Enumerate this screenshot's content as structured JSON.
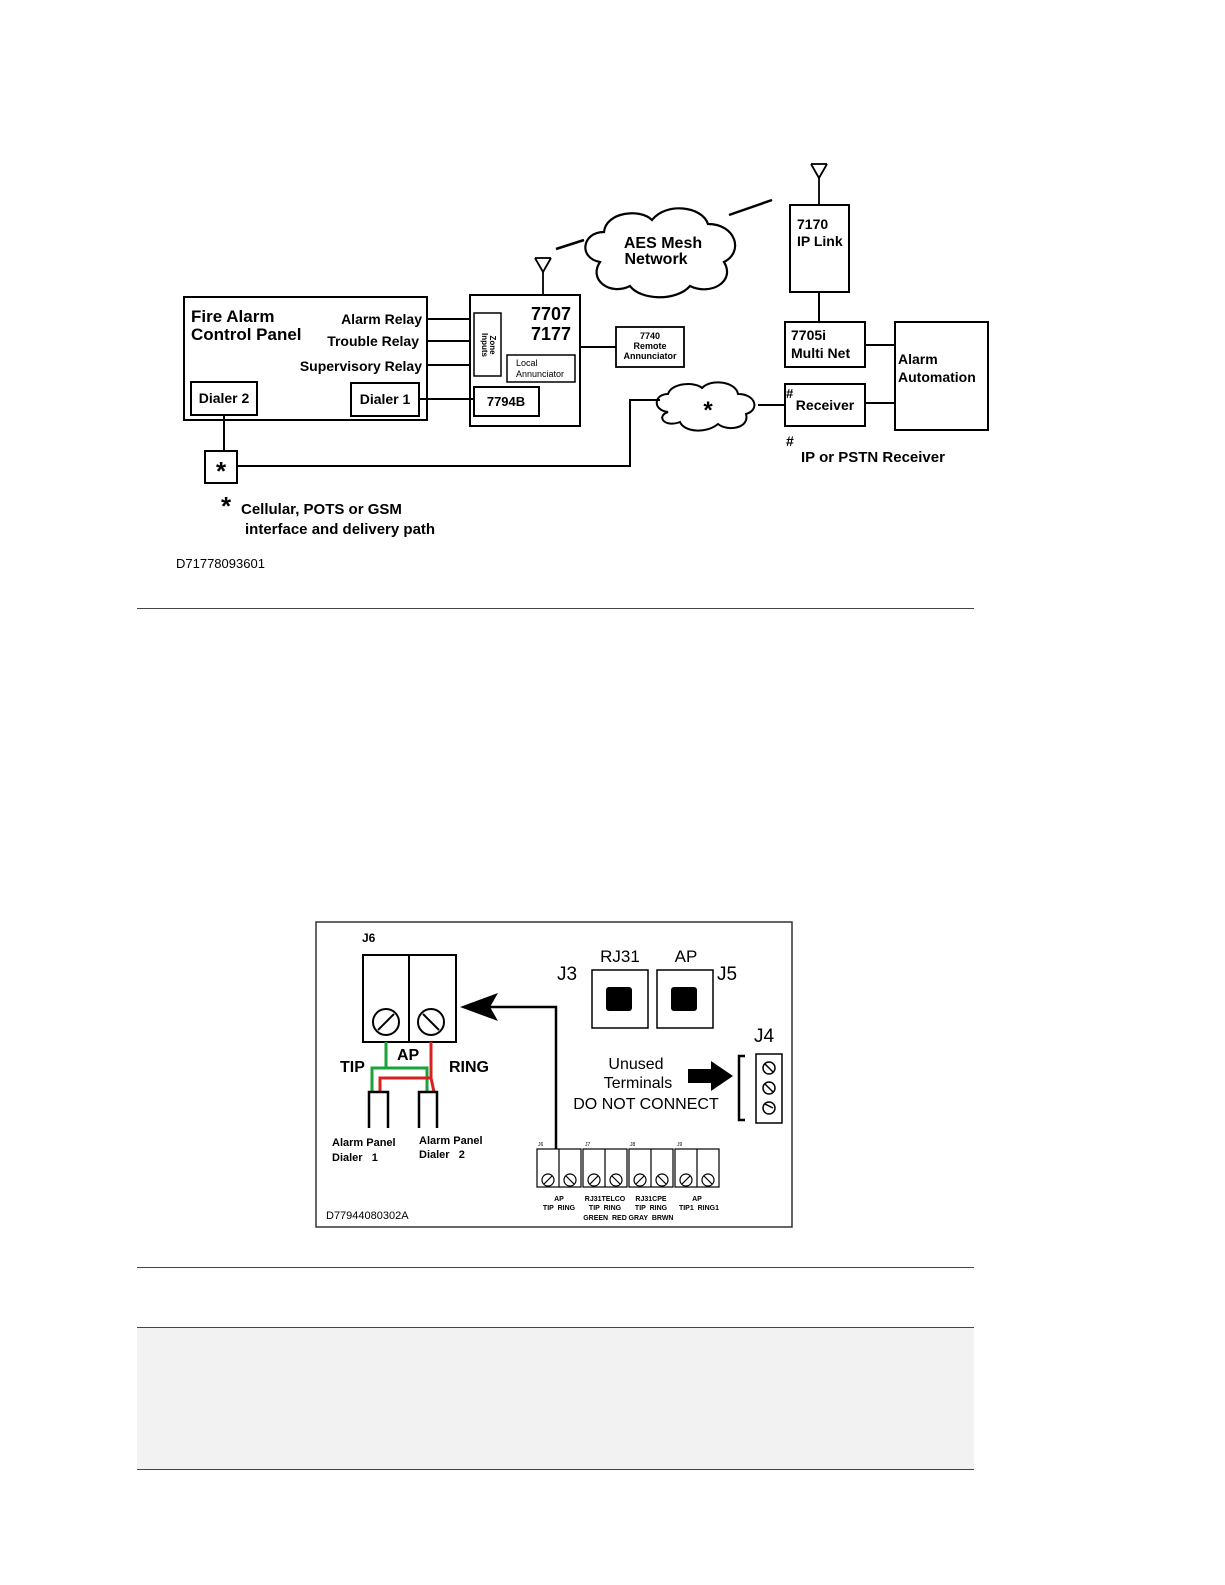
{
  "fig1": {
    "panel_title_1": "Fire Alarm",
    "panel_title_2": "Control Panel",
    "alarm_relay": "Alarm Relay",
    "trouble_relay": "Trouble Relay",
    "supervisory_relay": "Supervisory Relay",
    "dialer_2": "Dialer 2",
    "dialer_1": "Dialer 1",
    "model_7707": "7707",
    "model_7177": "7177",
    "zone_inputs_1": "Zone",
    "zone_inputs_2": "Inputs",
    "local_annunciator_1": "Local",
    "local_annunciator_2": "Annunciator",
    "model_7794b": "7794B",
    "remote_annunciator_1": "7740",
    "remote_annunciator_2": "Remote",
    "remote_annunciator_3": "Annunciator",
    "mesh_1": "AES Mesh",
    "mesh_2": "Network",
    "ip_link_1": "7170",
    "ip_link_2": "IP Link",
    "multinet_1": "7705i",
    "multinet_2": "Multi Net",
    "automation_1": "Alarm",
    "automation_2": "Automation",
    "receiver_mark": "#",
    "receiver": "Receiver",
    "cloud_star": "*",
    "interface_star": "*",
    "footnote_hash": "#",
    "footnote_receiver": "IP or PSTN Receiver",
    "footnote_star": "*",
    "footnote_path_1": "Cellular, POTS or GSM",
    "footnote_path_2": "interface and delivery path",
    "drawing_id": "D71778093601"
  },
  "fig2": {
    "j6": "J6",
    "j3": "J3",
    "rj31": "RJ31",
    "ap_top": "AP",
    "j5": "J5",
    "j4": "J4",
    "tip": "TIP",
    "ap": "AP",
    "ring": "RING",
    "unused_1": "Unused",
    "unused_2": "Terminals",
    "unused_3": "DO NOT CONNECT",
    "dialer1_1": "Alarm Panel",
    "dialer1_2": "Dialer   1",
    "dialer2_1": "Alarm Panel",
    "dialer2_2": "Dialer   2",
    "tb_j6": "J6",
    "tb_j7": "J7",
    "tb_j8": "J8",
    "tb_j9": "J9",
    "tb1_a": "AP",
    "tb1_b": "TIP  RING",
    "tb2_a": "RJ31TELCO",
    "tb2_b": "TIP  RING",
    "tb2_c": "GREEN  RED",
    "tb3_a": "RJ31CPE",
    "tb3_b": "TIP  RING",
    "tb3_c": "GRAY  BRWN",
    "tb4_a": "AP",
    "tb4_b": "TIP1  RING1",
    "drawing_id": "D77944080302A",
    "wire_green": "#1aa33a",
    "wire_red": "#d92020"
  }
}
